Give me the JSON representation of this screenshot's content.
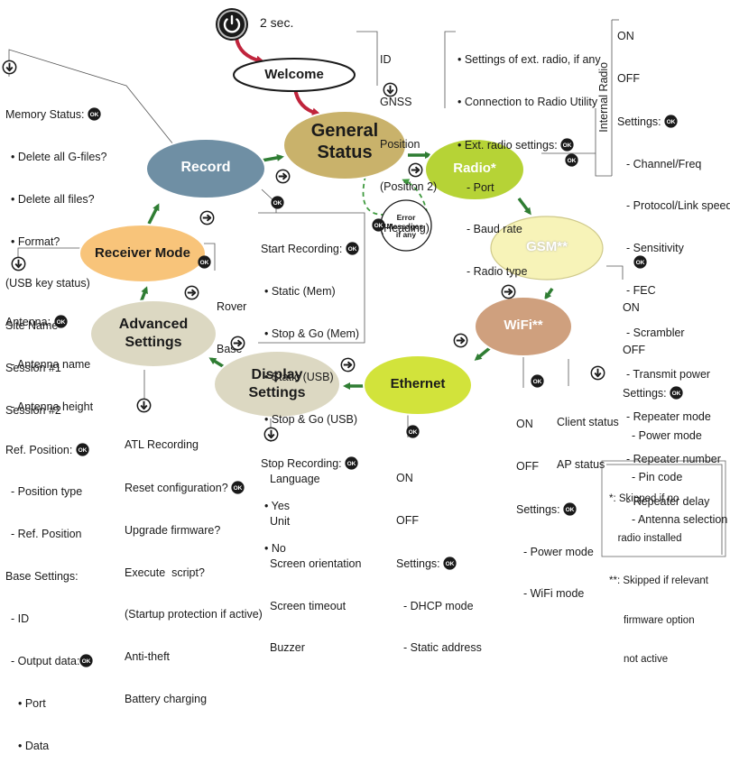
{
  "power": {
    "hold_label": "2 sec."
  },
  "nodes": {
    "welcome": "Welcome",
    "general_status": [
      "General",
      "Status"
    ],
    "record": "Record",
    "radio": "Radio*",
    "gsm": "GSM**",
    "wifi": "WiFi**",
    "ethernet": "Ethernet",
    "display_settings": [
      "Display",
      "Settings"
    ],
    "advanced_settings": [
      "Advanced",
      "Settings"
    ],
    "receiver_mode": "Receiver Mode",
    "error_messages": [
      "Error",
      "Messages,",
      "if any"
    ]
  },
  "icons": {
    "ok": "OK",
    "down": "down-arrow-icon",
    "right": "right-arrow-icon",
    "power": "power-icon"
  },
  "colors": {
    "arrow_green": "#2f7d33",
    "arrow_red": "#c0243c",
    "record": "#6f8fa4",
    "general_status": "#c9b26b",
    "radio": "#b6d336",
    "gsm": "#f7f3b8",
    "wifi": "#cfa07e",
    "ethernet": "#d2e33b",
    "display_settings": "#dcd8c2",
    "advanced_settings": "#dcd8c2",
    "receiver_mode": "#f8c47a",
    "dashed": "#3f9a3f"
  },
  "general_status_info": [
    "ID",
    "GNSS",
    "Position",
    "(Position 2)",
    "(Heading)"
  ],
  "memory": {
    "title": "Memory Status:",
    "options": [
      "• Delete all G-files?",
      "• Delete all files?",
      "• Format?"
    ],
    "rest": [
      "(USB key status)",
      "Site Name",
      "Session #1",
      "Session #2"
    ]
  },
  "radio_info": {
    "line1": "• Settings of ext. radio, if any",
    "line2": "• Connection to Radio Utility",
    "line3": "• Ext. radio settings:",
    "items": [
      "- Port",
      "- Baud rate",
      "- Radio type"
    ]
  },
  "internal_radio": {
    "side_label": "Internal Radio",
    "states": [
      "ON",
      "OFF"
    ],
    "settings_label": "Settings:",
    "items": [
      "- Channel/Freq",
      "- Protocol/Link speed",
      "- Sensitivity",
      "- FEC",
      "- Scrambler",
      "- Transmit power",
      "- Repeater mode",
      "- Repeater number",
      "- Repeater delay"
    ]
  },
  "recording": {
    "start_label": "Start Recording:",
    "start_items": [
      "• Static (Mem)",
      "• Stop & Go (Mem)",
      "• Static (USB)",
      "• Stop & Go (USB)"
    ],
    "stop_label": "Stop Recording:",
    "stop_items": [
      "• Yes",
      "• No"
    ]
  },
  "receiver_modes": [
    "Rover",
    "Base"
  ],
  "antenna": {
    "antenna_label": "Antenna:",
    "antenna_items": [
      "- Antenna name",
      "- Antenna height"
    ],
    "ref_label": "Ref. Position:",
    "ref_items": [
      "- Position type",
      "- Ref. Position"
    ],
    "base_label": "Base Settings:",
    "base_items": [
      "- ID"
    ],
    "output_label": "- Output data:",
    "output_items": [
      "• Port",
      "• Data"
    ]
  },
  "gsm_info": {
    "states": [
      "ON",
      "OFF"
    ],
    "settings_label": "Settings:",
    "items": [
      "- Power mode",
      "- Pin code",
      "- Antenna selection"
    ]
  },
  "wifi_status": [
    "Client status",
    "AP status"
  ],
  "wifi_settings": {
    "states": [
      "ON",
      "OFF"
    ],
    "settings_label": "Settings:",
    "items": [
      "- Power mode",
      "- WiFi mode"
    ]
  },
  "ethernet_info": {
    "states": [
      "ON",
      "OFF"
    ],
    "settings_label": "Settings:",
    "items": [
      "- DHCP mode",
      "- Static address"
    ]
  },
  "display_info": [
    "Language",
    "Unit",
    "Screen orientation",
    "Screen timeout",
    "Buzzer"
  ],
  "advanced_info": {
    "line1": "ATL Recording",
    "line2": "Reset configuration?",
    "rest": [
      "Upgrade firmware?",
      "Execute  script?",
      "(Startup protection if active)",
      "Anti-theft",
      "Battery charging"
    ]
  },
  "notes": {
    "n1": [
      "*: Skipped if no",
      "   radio installed"
    ],
    "n2": [
      "**: Skipped if relevant",
      "     firmware option",
      "     not active"
    ]
  }
}
